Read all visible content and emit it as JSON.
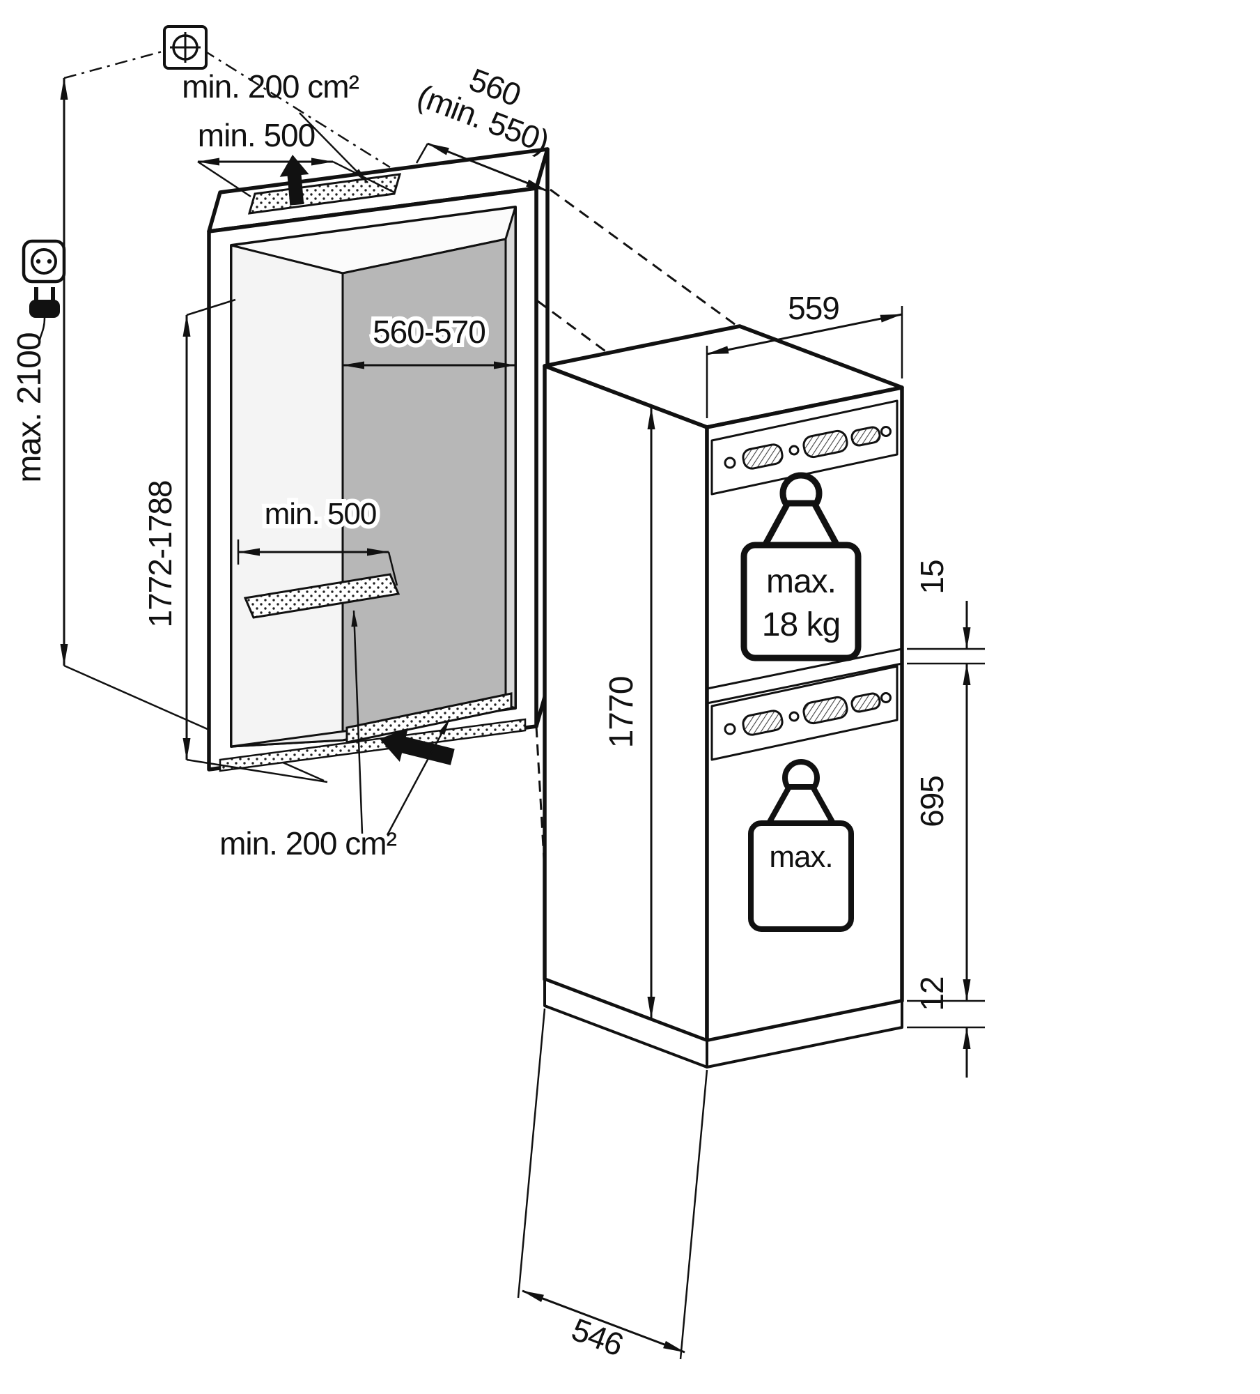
{
  "diagram_type": "built-in appliance installation dimension drawing",
  "colors": {
    "ink": "#111111",
    "background": "#ffffff",
    "niche_back_wall": "#b7b7b7",
    "niche_right_wall": "#d8d8d8",
    "niche_left_wall": "#f4f4f4"
  },
  "icons": {
    "fixing_screw": "screw-head-in-square",
    "power_socket": "euro-socket",
    "power_plug": "two-pin-plug",
    "upper_door_weight": "scale-weight",
    "lower_door_weight": "scale-weight",
    "airflow_top": "thick-arrow-up",
    "airflow_bottom": "thick-arrow-into-niche"
  },
  "labels": {
    "top_vent_area": "min. 200 cm²",
    "top_clearance_width": "min. 500",
    "niche_depth": "560",
    "niche_depth_min": "(min. 550)",
    "max_total_height": "max. 2100",
    "niche_width": "560-570",
    "niche_height": "1772-1788",
    "floor_clearance_width": "min. 500",
    "appliance_width": "559",
    "appliance_height": "1770",
    "upper_door_weight_prefix": "max.",
    "upper_door_weight": "18 kg",
    "door_gap_top": "15",
    "lower_door_height": "695",
    "door_gap_bottom": "12",
    "bottom_vent_area": "min. 200 cm²",
    "appliance_depth": "546"
  }
}
